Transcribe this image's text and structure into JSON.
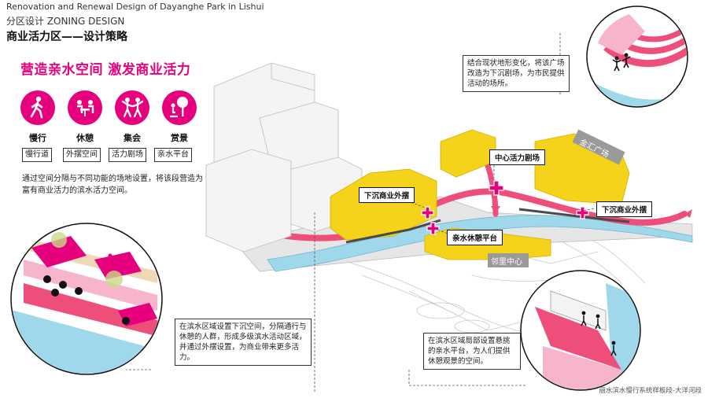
{
  "header": {
    "subtitle_en": "Renovation and Renewal Design of Dayanghe Park in Lishui",
    "zone": "分区设计 ZONING DESIGN",
    "title": "商业活力区——设计策略"
  },
  "hero_title": "营造亲水空间 激发商业活力",
  "categories": [
    {
      "label": "慢行",
      "tag": "慢行道",
      "icon": "walking-person-icon"
    },
    {
      "label": "休憩",
      "tag": "外摆空间",
      "icon": "cafe-table-icon"
    },
    {
      "label": "集会",
      "tag": "活力剧场",
      "icon": "gathering-people-icon"
    },
    {
      "label": "赏景",
      "tag": "亲水平台",
      "icon": "tree-viewing-icon"
    }
  ],
  "description": "通过空间分隔与不同功能的场地设置，将该段营造为富有商业活力的滨水活力空间。",
  "notes": {
    "top_right": "结合现状地形变化，将该广场改造为下沉剧场，为市民提供活动的场所。",
    "bottom_center": "在滨水区域设置下沉空间，分隔通行与休憩的人群，形成多级滨水活动区域，并通过外摆设置，为商业带来更多活力。",
    "bottom_right": "在滨水区域局部设置悬挑的亲水平台，为人们提供休憩观景的空间。"
  },
  "callouts": {
    "sunken_outdoor_left": "下沉商业外摆",
    "central_plaza": "中心活力剧场",
    "sunken_outdoor_right": "下沉商业外摆",
    "waterfront_platform": "亲水休憩平台"
  },
  "map_labels": {
    "jinhui_plaza": "金汇广场",
    "neighborhood_center": "邻里中心"
  },
  "footer": "丽水滨水慢行系统样板段-大洋河段",
  "colors": {
    "accent": "#e6007e",
    "building": "#f5d31a",
    "water": "#9ed8ea",
    "path": "#ee4f7a"
  }
}
